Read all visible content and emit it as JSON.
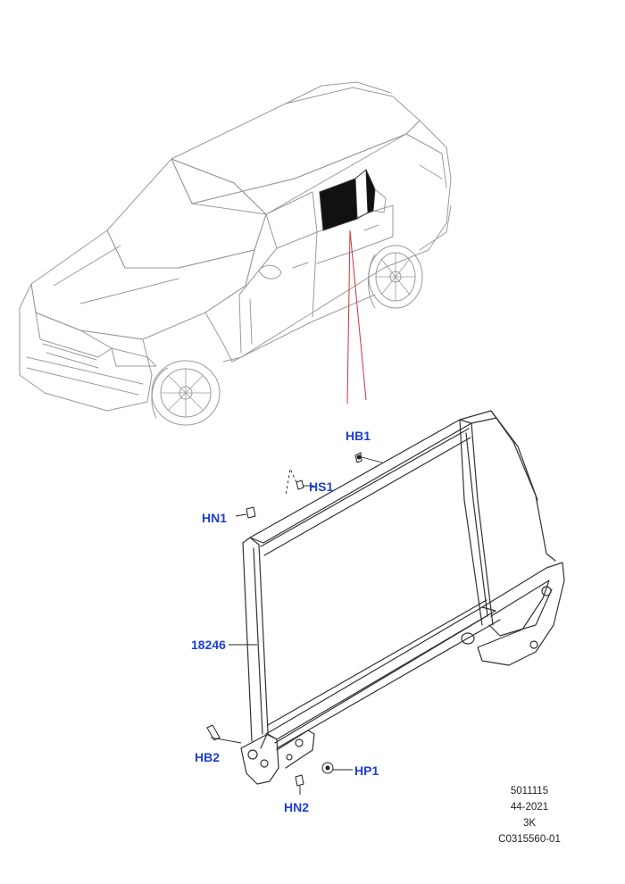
{
  "callouts": {
    "hb1": "HB1",
    "hs1": "HS1",
    "hn1": "HN1",
    "part_18246": "18246",
    "hb2": "HB2",
    "hp1": "HP1",
    "hn2": "HN2"
  },
  "reference": {
    "line1": "5011115",
    "line2": "44-2021",
    "line3": "3K",
    "line4": "C0315560-01"
  },
  "colors": {
    "callout_text": "#1f3fd6",
    "leader_red": "#d2303a",
    "line_art": "#333333"
  }
}
